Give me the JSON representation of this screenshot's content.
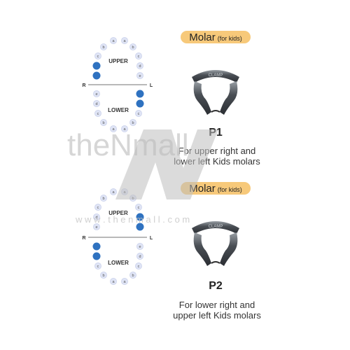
{
  "panels": [
    {
      "badge": {
        "main": "Molar",
        "sub": "(for kids)"
      },
      "chart": {
        "upper_label": "UPPER",
        "lower_label": "LOWER",
        "right": "R",
        "left": "L",
        "upper_right_teeth": [
          "a",
          "b",
          "c",
          "d",
          "e"
        ],
        "upper_left_teeth": [
          "a",
          "b",
          "c",
          "d",
          "e"
        ],
        "lower_right_teeth": [
          "e",
          "d",
          "c",
          "b",
          "a"
        ],
        "lower_left_teeth": [
          "e",
          "d",
          "c",
          "b",
          "a"
        ],
        "highlighted": [
          "upper-right-d",
          "upper-right-e",
          "lower-left-d",
          "lower-left-e"
        ]
      },
      "clamp_engraving": "CLAMP",
      "code": "P1",
      "desc_line1": "For upper right and",
      "desc_line2": "lower left Kids molars"
    },
    {
      "badge": {
        "main": "Molar",
        "sub": "(for kids)"
      },
      "chart": {
        "upper_label": "UPPER",
        "lower_label": "LOWER",
        "right": "R",
        "left": "L",
        "upper_right_teeth": [
          "a",
          "b",
          "c",
          "d",
          "e"
        ],
        "upper_left_teeth": [
          "a",
          "b",
          "c",
          "d",
          "e"
        ],
        "lower_right_teeth": [
          "e",
          "d",
          "c",
          "b",
          "a"
        ],
        "lower_left_teeth": [
          "e",
          "d",
          "c",
          "b",
          "a"
        ],
        "highlighted": [
          "upper-left-d",
          "upper-left-e",
          "lower-right-d",
          "lower-right-e"
        ]
      },
      "clamp_engraving": "CLAMP",
      "code": "P2",
      "desc_line1": "For lower right and",
      "desc_line2": "upper left Kids molars"
    }
  ],
  "watermark": {
    "brand": "theNmall",
    "url": "w w w . t h e n m a l l . c o m"
  },
  "colors": {
    "highlight": "#2f72c0",
    "tooth": "#dfe4f5",
    "tooth_border": "#c3cbe8",
    "badge": "#f7c97a"
  }
}
